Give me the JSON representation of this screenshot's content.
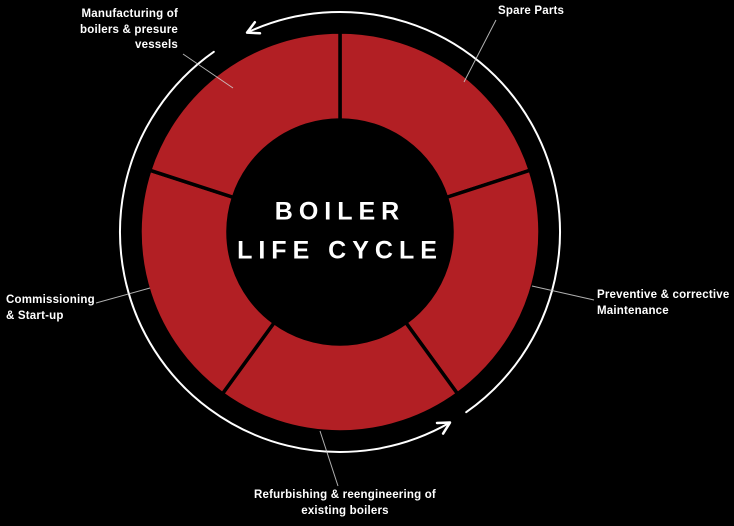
{
  "colors": {
    "background": "#000000",
    "ring": "#b21f24",
    "divider": "#000000",
    "arrow": "#ffffff",
    "leader": "#cfcfcf",
    "text": "#ffffff"
  },
  "diagram": {
    "title_line1": "BOILER",
    "title_line2": "LIFE CYCLE",
    "direction": "counterclockwise",
    "segments": [
      {
        "id": "spare-parts",
        "label": "Spare Parts",
        "start_angle": 0,
        "end_angle": 72
      },
      {
        "id": "preventive-corrective-maintenance",
        "label": "Preventive & corrective\nMaintenance",
        "start_angle": 72,
        "end_angle": 144
      },
      {
        "id": "refurbishing-reengineering",
        "label": "Refurbishing & reengineering of\nexisting boilers",
        "start_angle": 144,
        "end_angle": 216
      },
      {
        "id": "commissioning-startup",
        "label": "Commissioning\n& Start-up",
        "start_angle": 216,
        "end_angle": 288
      },
      {
        "id": "manufacturing",
        "label": "Manufacturing of\nboilers & presure\nvessels",
        "start_angle": 288,
        "end_angle": 360
      }
    ]
  }
}
